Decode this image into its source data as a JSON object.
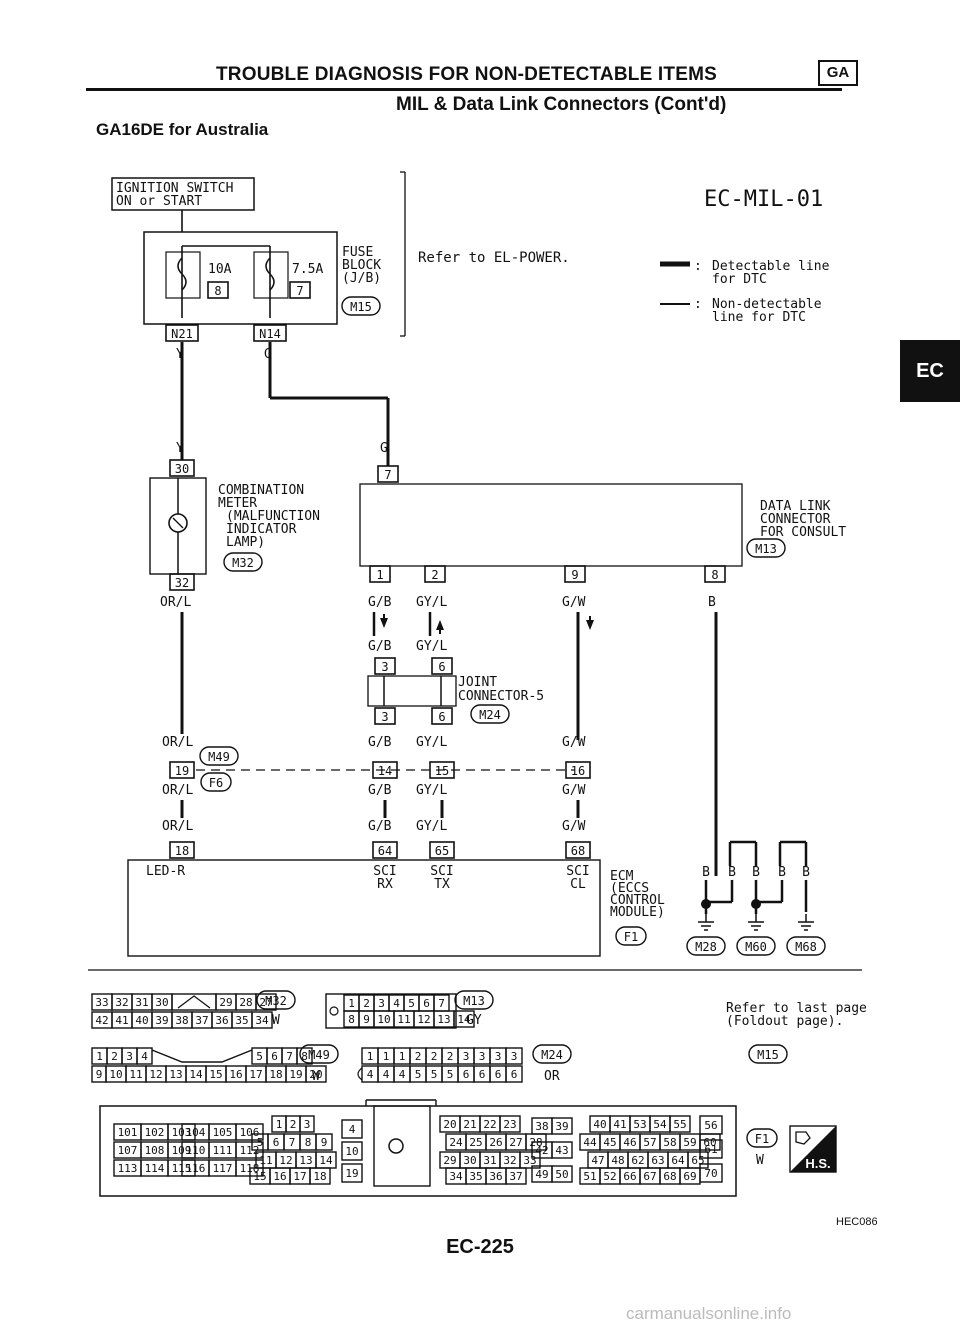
{
  "header": {
    "title": "TROUBLE DIAGNOSIS FOR NON-DETECTABLE ITEMS",
    "subtitle": "MIL & Data Link Connectors (Cont'd)",
    "model": "GA16DE for Australia",
    "engine_tag": "GA",
    "section_tab": "EC"
  },
  "diagram": {
    "code": "EC-MIL-01",
    "ignition_switch": [
      "IGNITION SWITCH",
      "ON or START"
    ],
    "fuse_block": [
      "FUSE",
      "BLOCK",
      "(J/B)",
      "M15"
    ],
    "fuse_10a": "10A",
    "fuse_10a_num": "8",
    "fuse_75a": "7.5A",
    "fuse_75a_num": "7",
    "fuse_10a_pin": "N21",
    "fuse_75a_pin": "N14",
    "refer_power": "Refer to EL-POWER.",
    "legend_detectable": [
      "Detectable line",
      "for DTC"
    ],
    "legend_non_detectable": [
      "Non-detectable",
      "line for DTC"
    ],
    "combination_meter": [
      "COMBINATION",
      "METER",
      "(MALFUNCTION",
      "INDICATOR",
      "LAMP)",
      "M32"
    ],
    "meter_pins": [
      "30",
      "32"
    ],
    "data_link": [
      "DATA LINK",
      "CONNECTOR",
      "FOR CONSULT",
      "M13"
    ],
    "data_link_pins": [
      "7",
      "1",
      "2",
      "9",
      "8"
    ],
    "joint_connector": [
      "JOINT",
      "CONNECTOR-5",
      "M24"
    ],
    "joint_pins": [
      "3",
      "6",
      "3",
      "6"
    ],
    "middle_connectors": [
      "M49",
      "F6"
    ],
    "middle_pins": [
      "19",
      "14",
      "15",
      "16"
    ],
    "ecm_pins": [
      "18",
      "64",
      "65",
      "68"
    ],
    "ecm_pin_labels": [
      "LED-R",
      "SCI",
      "RX",
      "SCI",
      "TX",
      "SCI",
      "CL"
    ],
    "ecm": [
      "ECM",
      "(ECCS",
      "CONTROL",
      "MODULE)",
      "F1"
    ],
    "ground_connectors": [
      "M28",
      "M60",
      "M68"
    ],
    "wire_colors": {
      "y": "Y",
      "g": "G",
      "orl": "OR/L",
      "gb": "G/B",
      "gyl": "GY/L",
      "gw": "G/W",
      "b": "B"
    }
  },
  "connectors": {
    "m32": {
      "id": "M32",
      "color": "W",
      "top": [
        "33",
        "32",
        "31",
        "30",
        "29",
        "28",
        "27"
      ],
      "bottom": [
        "42",
        "41",
        "40",
        "39",
        "38",
        "37",
        "36",
        "35",
        "34"
      ]
    },
    "m13": {
      "id": "M13",
      "color": "GY",
      "top": [
        "1",
        "2",
        "3",
        "4",
        "5",
        "6",
        "7"
      ],
      "bottom": [
        "8",
        "9",
        "10",
        "11",
        "12",
        "13",
        "14"
      ]
    },
    "m15_ref": {
      "lines": [
        "Refer to last page",
        "(Foldout page)."
      ],
      "id": "M15"
    },
    "m49": {
      "id": "M49",
      "color": "W",
      "top": [
        "1",
        "2",
        "3",
        "4",
        "5",
        "6",
        "7",
        "8"
      ],
      "bottom": [
        "9",
        "10",
        "11",
        "12",
        "13",
        "14",
        "15",
        "16",
        "17",
        "18",
        "19",
        "20"
      ]
    },
    "m24": {
      "id": "M24",
      "color": "OR",
      "top": [
        "1",
        "1",
        "1",
        "2",
        "2",
        "2",
        "3",
        "3",
        "3",
        "3"
      ],
      "bottom": [
        "4",
        "4",
        "4",
        "5",
        "5",
        "5",
        "6",
        "6",
        "6",
        "6"
      ]
    },
    "f1": {
      "id": "F1",
      "color": "W",
      "hs": "H.S.",
      "g1": [
        [
          "101",
          "102",
          "103"
        ],
        [
          "107",
          "108",
          "109"
        ],
        [
          "113",
          "114",
          "115"
        ]
      ],
      "g2": [
        [
          "104",
          "105",
          "106"
        ],
        [
          "110",
          "111",
          "112"
        ],
        [
          "116",
          "117",
          "118"
        ]
      ],
      "g3": [
        [
          "1",
          "2",
          "3"
        ],
        [
          "5",
          "6",
          "7",
          "8",
          "9"
        ],
        [
          "11",
          "12",
          "13",
          "14"
        ],
        [
          "15",
          "16",
          "17",
          "18"
        ]
      ],
      "g4": [
        "4",
        "10",
        "19"
      ],
      "g5": [
        [
          "20",
          "21",
          "22",
          "23"
        ],
        [
          "24",
          "25",
          "26",
          "27",
          "28"
        ],
        [
          "29",
          "30",
          "31",
          "32",
          "33"
        ],
        [
          "34",
          "35",
          "36",
          "37"
        ]
      ],
      "g6": [
        [
          "38",
          "39"
        ],
        [
          "42",
          "43"
        ],
        [
          "49",
          "50"
        ]
      ],
      "g7": [
        [
          "40",
          "41",
          "53",
          "54",
          "55"
        ],
        [
          "44",
          "45",
          "46",
          "57",
          "58",
          "59",
          "60"
        ],
        [
          "47",
          "48",
          "62",
          "63",
          "64",
          "65"
        ],
        [
          "51",
          "52",
          "66",
          "67",
          "68",
          "69"
        ]
      ],
      "g8": [
        "56",
        "61",
        "70"
      ]
    }
  },
  "footer": {
    "page": "EC-225",
    "image_code": "HEC086",
    "watermark": "carmanualsonline.info"
  }
}
